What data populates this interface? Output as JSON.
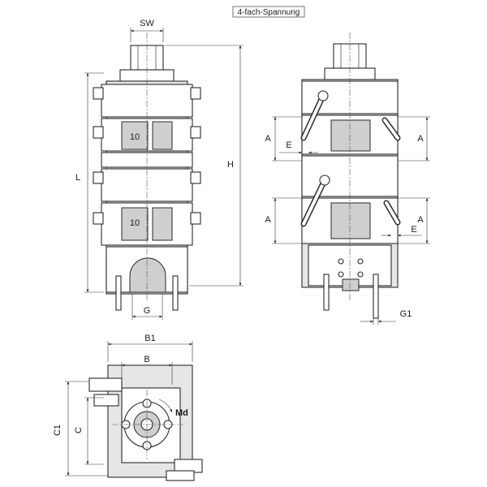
{
  "title": "4-fach-Spannung",
  "labels": {
    "sw": "SW",
    "l": "L",
    "h": "H",
    "g": "G",
    "a": "A",
    "e": "E",
    "g1": "G1",
    "b1": "B1",
    "b": "B",
    "c1": "C1",
    "c": "C",
    "md": "Md",
    "marking": "10"
  }
}
